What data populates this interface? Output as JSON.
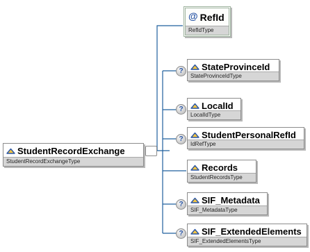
{
  "colors": {
    "line": "#1f5f9e",
    "type_band": "#d6d6d6",
    "border": "#8c8c8c"
  },
  "root": {
    "name": "StudentRecordExchange",
    "type": "StudentRecordExchangeType",
    "icon": "element-icon"
  },
  "attribute": {
    "marker": "@",
    "name": "RefId",
    "type": "RefIdType",
    "icon": "attribute-icon"
  },
  "children": [
    {
      "name": "StateProvinceId",
      "type": "StateProvinceIdType",
      "optional": true,
      "icon": "element-icon"
    },
    {
      "name": "LocalId",
      "type": "LocalIdType",
      "optional": true,
      "icon": "element-icon"
    },
    {
      "name": "StudentPersonalRefId",
      "type": "IdRefType",
      "optional": true,
      "icon": "element-icon"
    },
    {
      "name": "Records",
      "type": "StudentRecordsType",
      "optional": false,
      "icon": "element-icon"
    },
    {
      "name": "SIF_Metadata",
      "type": "SIF_MetadataType",
      "optional": true,
      "icon": "element-icon"
    },
    {
      "name": "SIF_ExtendedElements",
      "type": "SIF_ExtendedElementsType",
      "optional": true,
      "icon": "element-icon"
    }
  ],
  "optional_marker": "?"
}
